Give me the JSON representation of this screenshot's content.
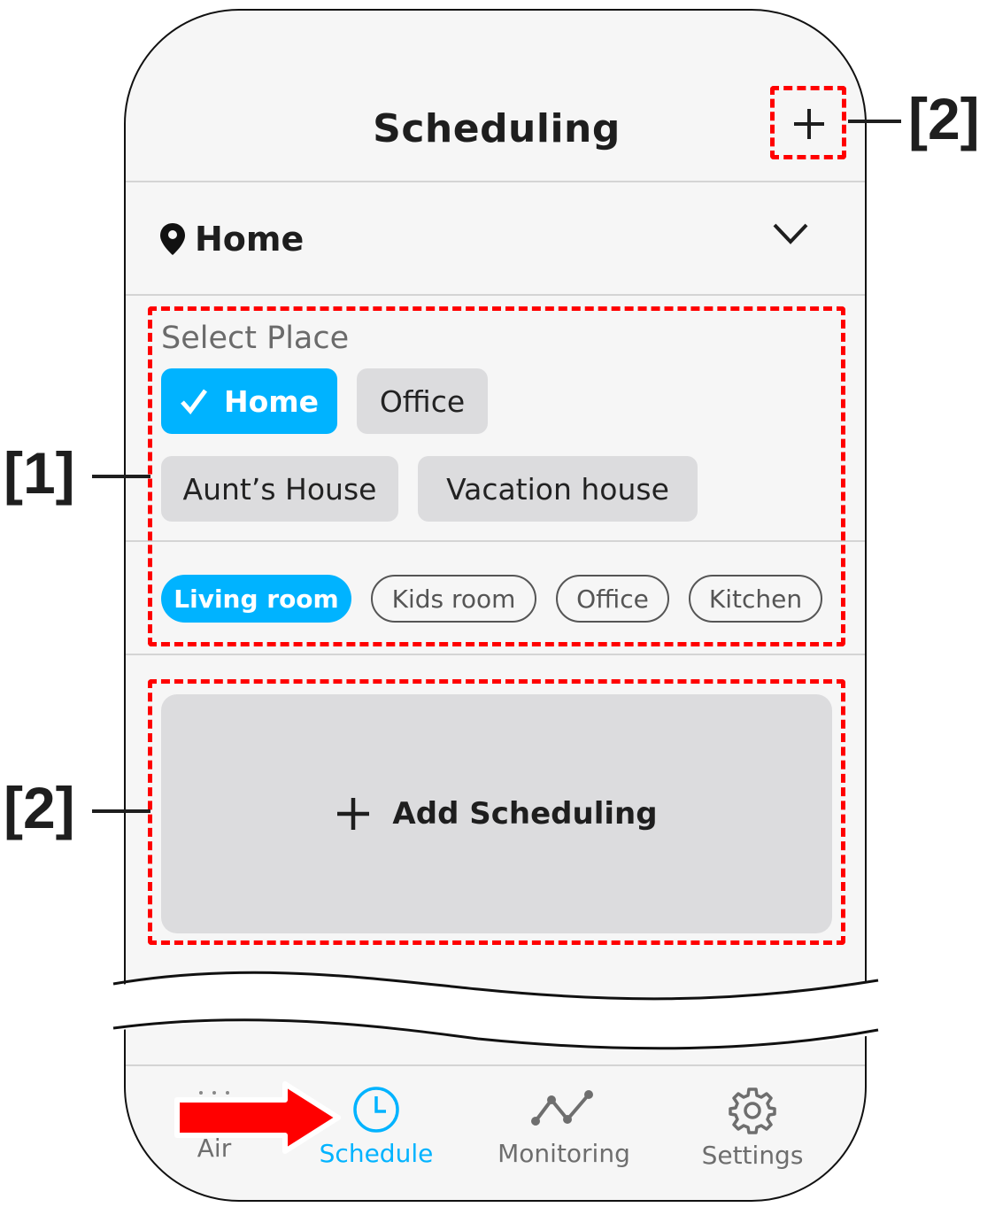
{
  "header": {
    "title": "Scheduling",
    "add_icon": "plus-icon"
  },
  "location_selector": {
    "icon": "map-pin-icon",
    "selected": "Home",
    "toggle_icon": "chevron-down-icon"
  },
  "place_picker": {
    "label": "Select Place",
    "places": [
      {
        "label": "Home",
        "selected": true,
        "icon": "check-icon"
      },
      {
        "label": "Office",
        "selected": false
      },
      {
        "label": "Aunt’s House",
        "selected": false
      },
      {
        "label": "Vacation house",
        "selected": false
      }
    ],
    "rooms": [
      {
        "label": "Living room",
        "selected": true
      },
      {
        "label": "Kids room",
        "selected": false
      },
      {
        "label": "Office",
        "selected": false
      },
      {
        "label": "Kitchen",
        "selected": false
      }
    ]
  },
  "add_schedule": {
    "icon": "plus-icon",
    "label": "Add Scheduling"
  },
  "bottom_nav": {
    "items": [
      {
        "label": "Air",
        "icon": "air-icon",
        "active": false
      },
      {
        "label": "Schedule",
        "icon": "clock-icon",
        "active": true
      },
      {
        "label": "Monitoring",
        "icon": "line-chart-icon",
        "active": false
      },
      {
        "label": "Settings",
        "icon": "gear-icon",
        "active": false
      }
    ]
  },
  "annotations": {
    "callout_1": "[1]",
    "callout_2_top": "[2]",
    "callout_2_card": "[2]",
    "highlight_color": "#ff0000",
    "accent_color": "#00b3ff"
  }
}
